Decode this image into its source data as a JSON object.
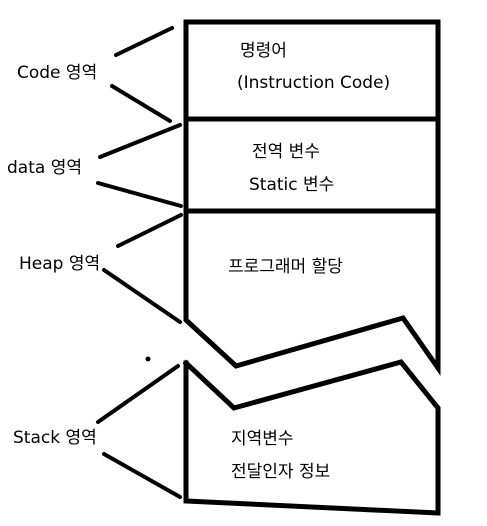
{
  "colors": {
    "stroke": "#000000",
    "background": "#ffffff"
  },
  "segments": {
    "code": {
      "label": "Code 영역",
      "line1": "명령어",
      "line2": "(Instruction Code)"
    },
    "data": {
      "label": "data 영역",
      "line1": "전역 변수",
      "line2": "Static 변수"
    },
    "heap": {
      "label": "Heap 영역",
      "line1": "프로그래머 할당"
    },
    "stack": {
      "label": "Stack 영역",
      "line1": "지역변수",
      "line2": "전달인자 정보"
    }
  }
}
